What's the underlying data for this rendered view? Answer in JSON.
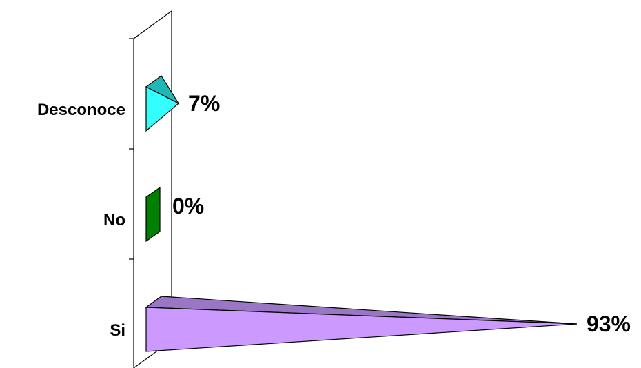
{
  "chart_data": {
    "type": "bar",
    "orientation": "horizontal",
    "categories": [
      "Desconoce",
      "No",
      "Si"
    ],
    "values": [
      7,
      0,
      93
    ],
    "data_labels": [
      "7%",
      "0%",
      "93%"
    ],
    "value_unit": "%",
    "xlim": [
      0,
      100
    ],
    "style": "3d-pyramid",
    "grid": false,
    "legend": "none",
    "colors": {
      "Desconoce": {
        "front": "#33FFFF",
        "top": "#20B7B7"
      },
      "No": {
        "front": "#008000",
        "top": "#006000"
      },
      "Si": {
        "front": "#CC99FF",
        "top": "#9A77C4"
      }
    }
  }
}
